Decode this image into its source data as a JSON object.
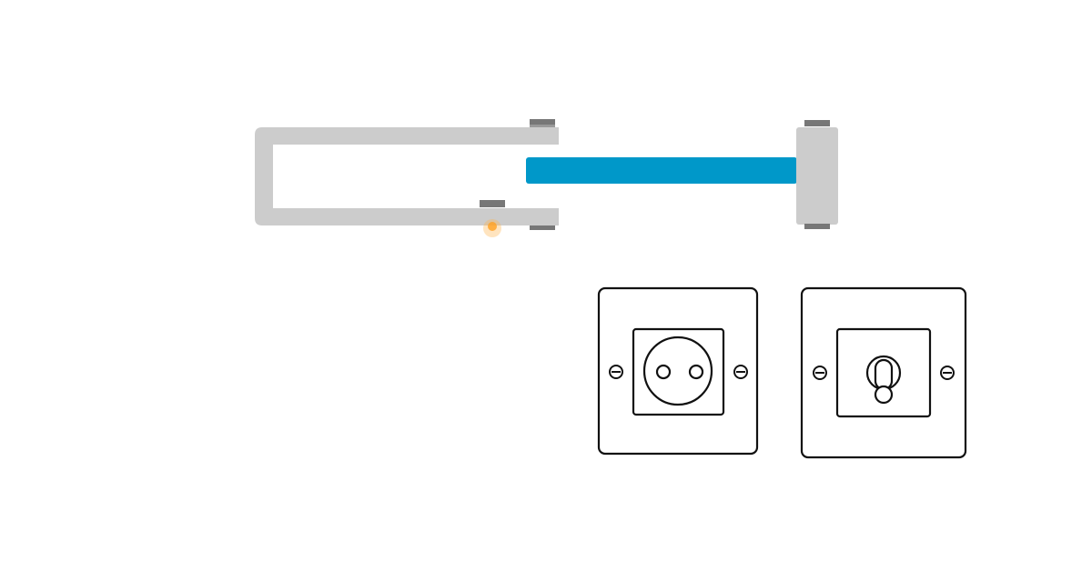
{
  "colors": {
    "background": "#ffffff",
    "rail": "#cccccc",
    "rail_end_cap": "#777777",
    "sliding_bar": "#0098c9",
    "indicator_glow": "#ffb347",
    "indicator_core": "#ffa020",
    "plate_stroke": "#111111",
    "plate_fill": "#ffffff"
  },
  "components": [
    {
      "name": "u-shaped-rail",
      "icon": "u-rail-icon"
    },
    {
      "name": "sliding-bar",
      "icon": "bar-icon"
    },
    {
      "name": "end-block",
      "icon": "terminal-block-icon"
    },
    {
      "name": "wall-socket",
      "icon": "power-socket-icon"
    },
    {
      "name": "toggle-switch",
      "icon": "toggle-switch-icon"
    }
  ]
}
